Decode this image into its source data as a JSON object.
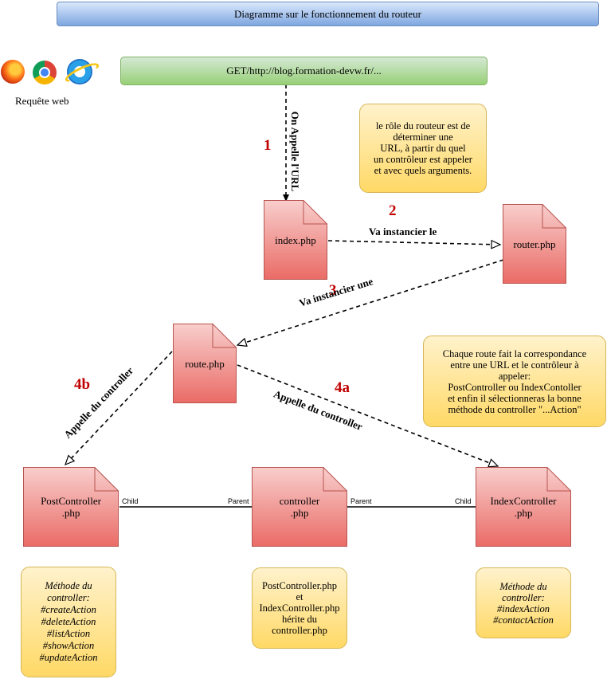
{
  "title": "Diagramme sur le fonctionnement du routeur",
  "request_url": "GET/http://blog.formation-devw.fr/...",
  "browsers": {
    "icons": [
      "firefox-icon",
      "chrome-icon",
      "internet-explorer-icon"
    ],
    "label": "Requête web"
  },
  "nodes": {
    "index": "index.php",
    "router": "router.php",
    "route": "route.php",
    "post_controller": "PostController\n.php",
    "controller": "controller\n.php",
    "index_controller": "IndexController\n.php"
  },
  "steps": {
    "s1": "1",
    "s2": "2",
    "s3": "3",
    "s4a": "4a",
    "s4b": "4b"
  },
  "edge_labels": {
    "call_url": "On Appelle l'URL",
    "instantiate_router": "Va instancier le",
    "instantiate_route": "Va instancier une",
    "calls_controller_a": "Appelle du controller",
    "calls_controller_b": "Appelle du controller"
  },
  "inheritance": {
    "post_child": "Child",
    "controller_parent_left": "Parent",
    "controller_parent_right": "Parent",
    "index_child": "Child"
  },
  "notes": {
    "router_role": "le rôle du routeur est de\ndéterminer une\nURL, à partir du quel\nun contrôleur est appeler\net avec quels arguments.",
    "route_role": "Chaque route fait la correspondance\nentre une URL et le contrôleur à\nappeler:\nPostController ou IndexContoller\net enfin il sélectionneras la bonne\nméthode du controller \"...Action\"",
    "post_methods": "Méthode du\ncontroller:\n#createAction\n#deleteAction\n#listAction\n#showAction\n#updateAction",
    "inheritance_note": "PostController.php\net\nIndexController.php\nhérite du\ncontroller.php",
    "index_methods": "Méthode du\ncontroller:\n#indexAction\n#contactAction"
  },
  "colors": {
    "doc_fill_top": "#f8cecc",
    "doc_fill_bottom": "#ea6b66",
    "doc_stroke": "#b85450",
    "note_fill_top": "#fff2cc",
    "note_fill_bottom": "#ffd966",
    "note_stroke": "#d6b656",
    "step_number": "#c00000",
    "title_fill": "#7ea6e0",
    "request_fill": "#97d077"
  }
}
